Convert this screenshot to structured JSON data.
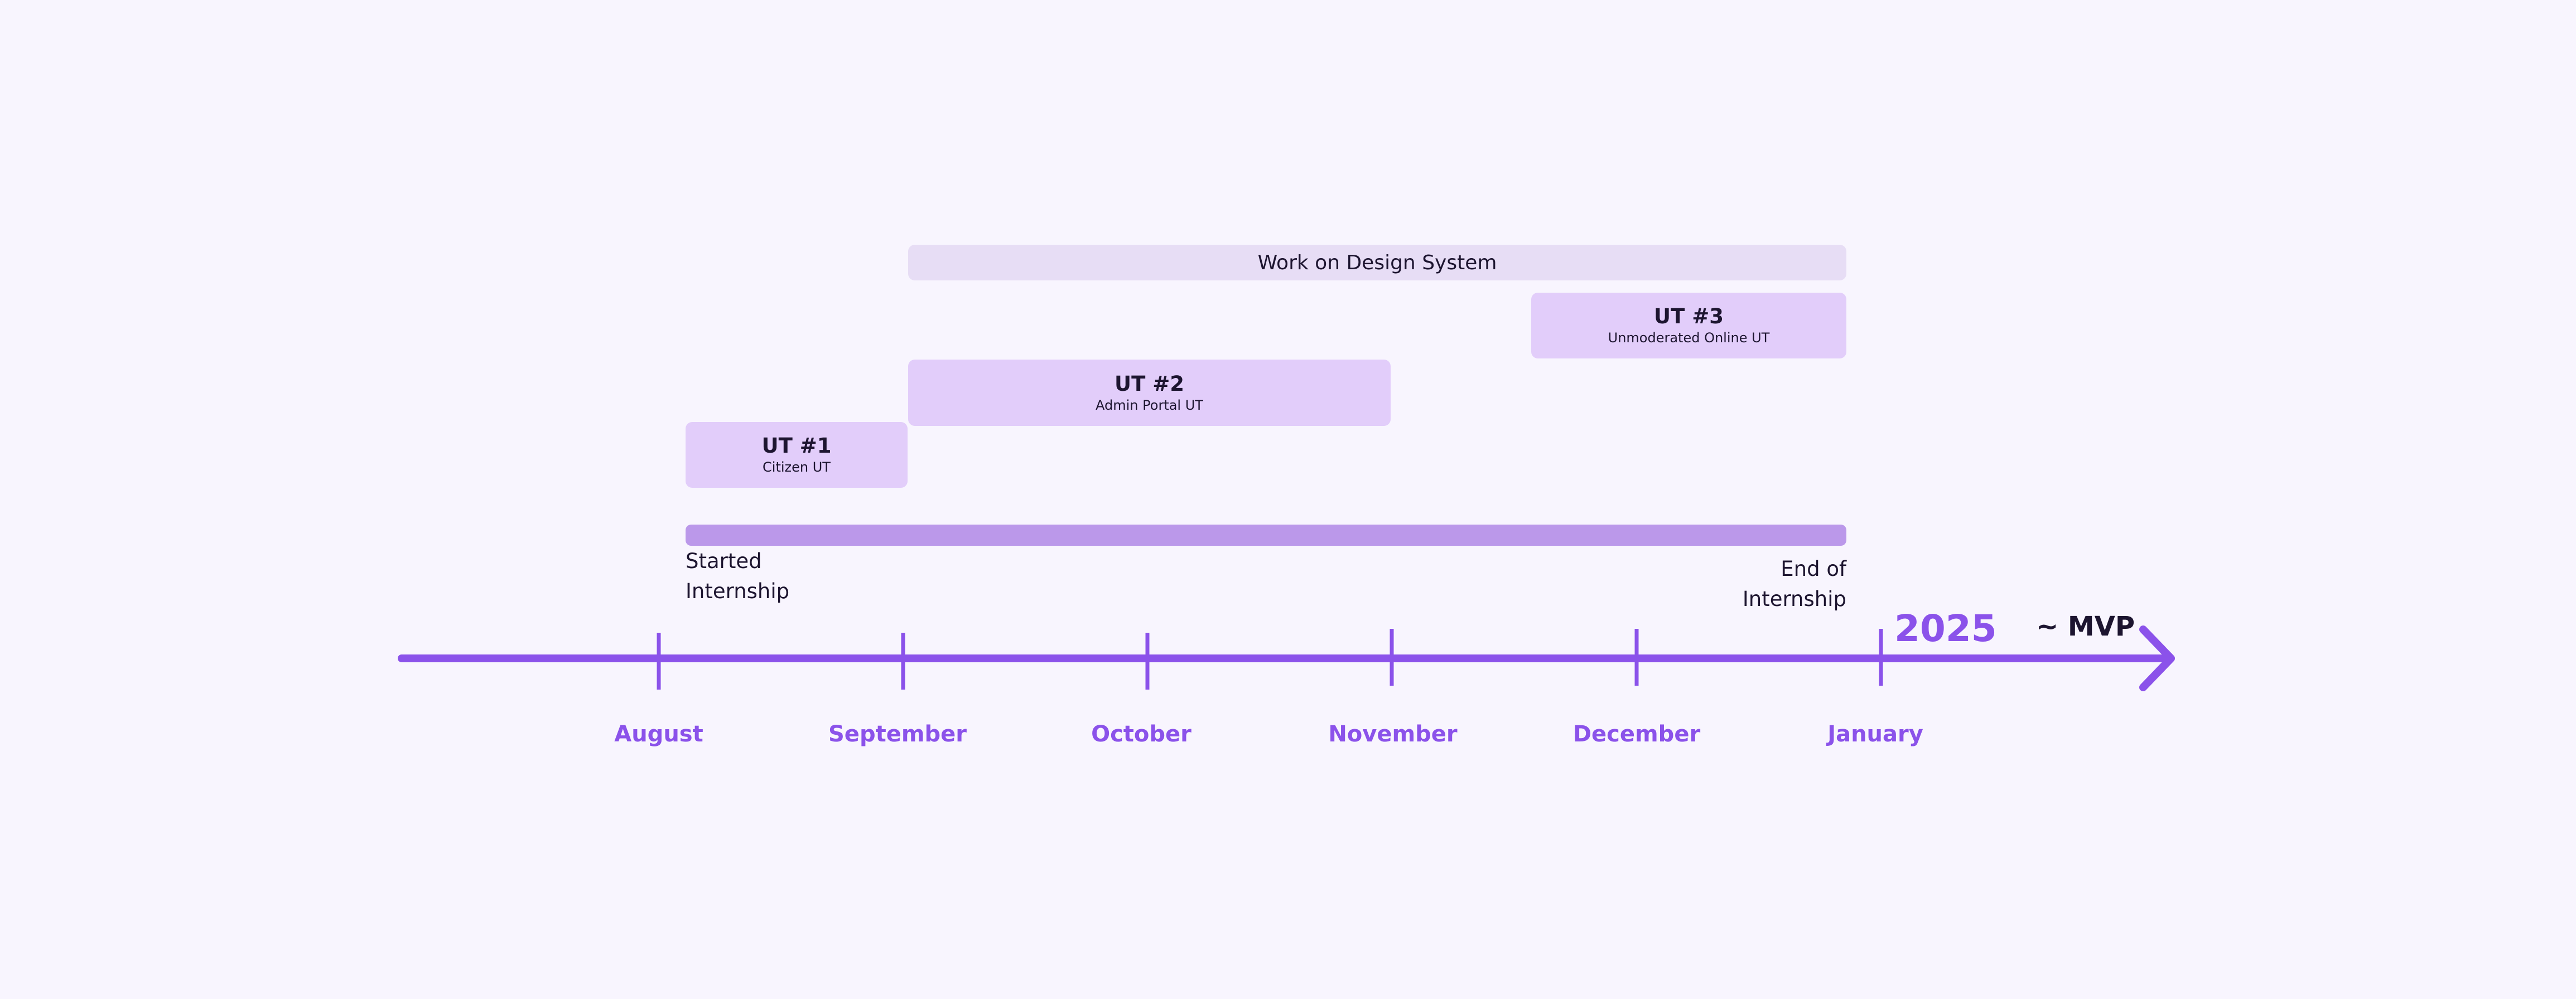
{
  "timeline": {
    "bars": {
      "design_system": "Work on Design System",
      "ut1": {
        "title": "UT #1",
        "subtitle": "Citizen UT"
      },
      "ut2": {
        "title": "UT #2",
        "subtitle": "Admin Portal UT"
      },
      "ut3": {
        "title": "UT #3",
        "subtitle": "Unmoderated Online UT"
      }
    },
    "notes": {
      "start_line1": "Started",
      "start_line2": "Internship",
      "end_line1": "End of",
      "end_line2": "Internship"
    },
    "year": "2025",
    "milestone": "~ MVP",
    "months": [
      "August",
      "September",
      "October",
      "November",
      "December",
      "January"
    ]
  },
  "colors": {
    "background": "#f8f5fe",
    "accent": "#8b52ea",
    "ut_box": "#e2cdfa",
    "design_box": "#e7ddf5",
    "internship_bar": "#bb98ea",
    "text": "#1d1530"
  }
}
